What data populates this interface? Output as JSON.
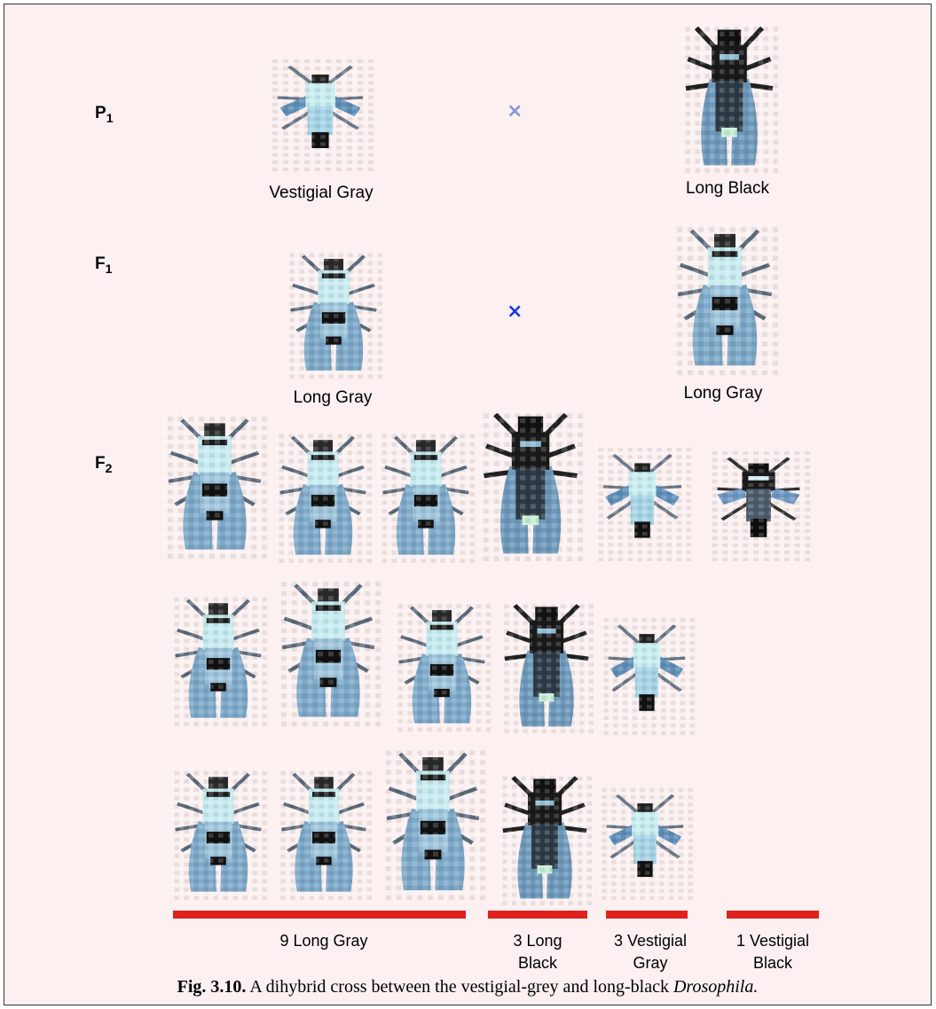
{
  "generations": {
    "p1": {
      "letter": "P",
      "num": "1"
    },
    "f1": {
      "letter": "F",
      "num": "1"
    },
    "f2": {
      "letter": "F",
      "num": "2"
    }
  },
  "labels": {
    "p1_left": "Vestigial Gray",
    "p1_right": "Long Black",
    "f1_left": "Long Gray",
    "f1_right": "Long Gray"
  },
  "counts": {
    "long_gray": "9 Long Gray",
    "long_black_line1": "3 Long",
    "long_black_line2": "Black",
    "vestigial_gray_line1": "3 Vestigial",
    "vestigial_gray_line2": "Gray",
    "vestigial_black_line1": "1 Vestigial",
    "vestigial_black_line2": "Black"
  },
  "caption": {
    "fig_no": "Fig. 3.10.",
    "text": " A dihybrid cross between the vestigial-grey and long-black ",
    "organism": "Drosophila."
  },
  "colors": {
    "background": "#fcf0f0",
    "bracket": "#e0211f",
    "fly_gray": "#a9d2e8",
    "fly_black": "#111111"
  },
  "icons": {
    "cross_symbol_p1": "cross-icon",
    "cross_symbol_f1": "cross-icon",
    "fly": "drosophila-fly-icon"
  }
}
